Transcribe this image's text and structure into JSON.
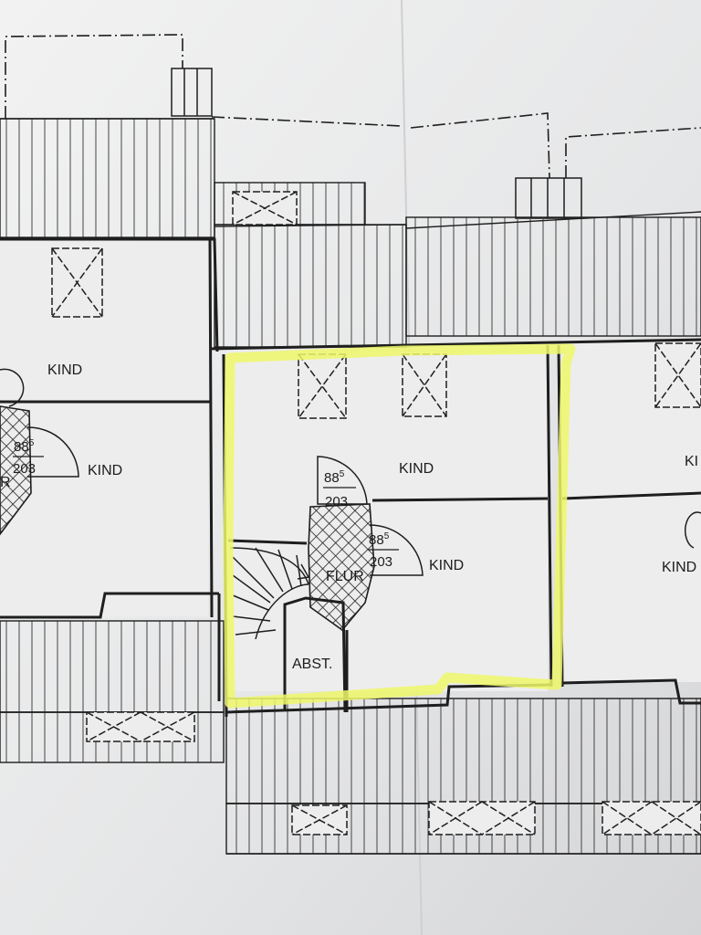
{
  "rooms": {
    "kind_top_left": "KIND",
    "kind_left_mid": "KIND",
    "kind_center_top": "KIND",
    "kind_center_mid": "KIND",
    "kind_right_partial": "KI",
    "kind_right_mid": "KIND",
    "flur_center": "FLUR",
    "flur_left_partial": "R",
    "abst": "ABST."
  },
  "door_dims": {
    "left": {
      "width": "88",
      "width_sup": "5",
      "height": "203"
    },
    "center_top": {
      "width": "88",
      "width_sup": "5",
      "height": "203"
    },
    "center_mid": {
      "width": "88",
      "width_sup": "5",
      "height": "203"
    }
  },
  "colors": {
    "paper": "#ededee",
    "ink": "#1e1e1e",
    "highlight": "#eef76a"
  }
}
